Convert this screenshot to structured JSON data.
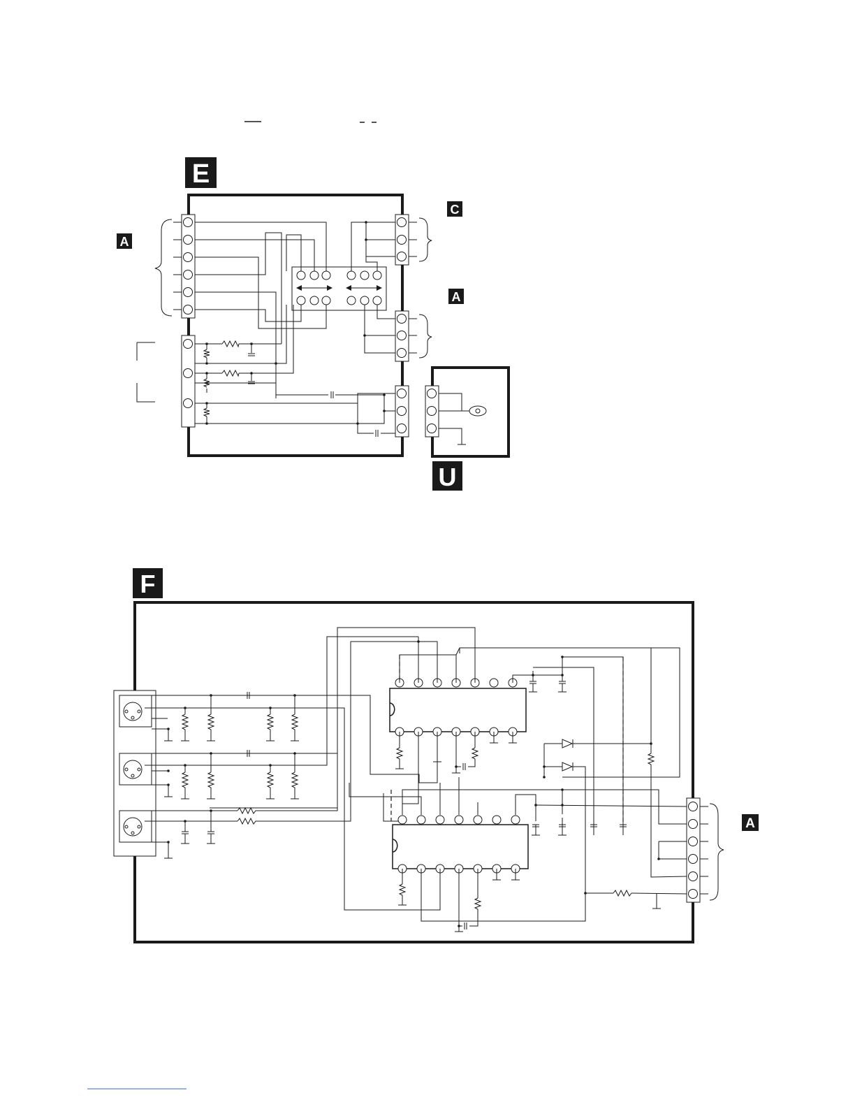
{
  "sections": {
    "e": {
      "letter": "E"
    },
    "f": {
      "letter": "F"
    },
    "u": {
      "letter": "U"
    }
  },
  "connector_tags": {
    "a_left": "A",
    "c_right": "C",
    "a_right": "A",
    "a_f_right": "A"
  },
  "colors": {
    "ink": "#1a1a1a",
    "label_bg": "#1a1a1a",
    "link": "#3366cc"
  }
}
